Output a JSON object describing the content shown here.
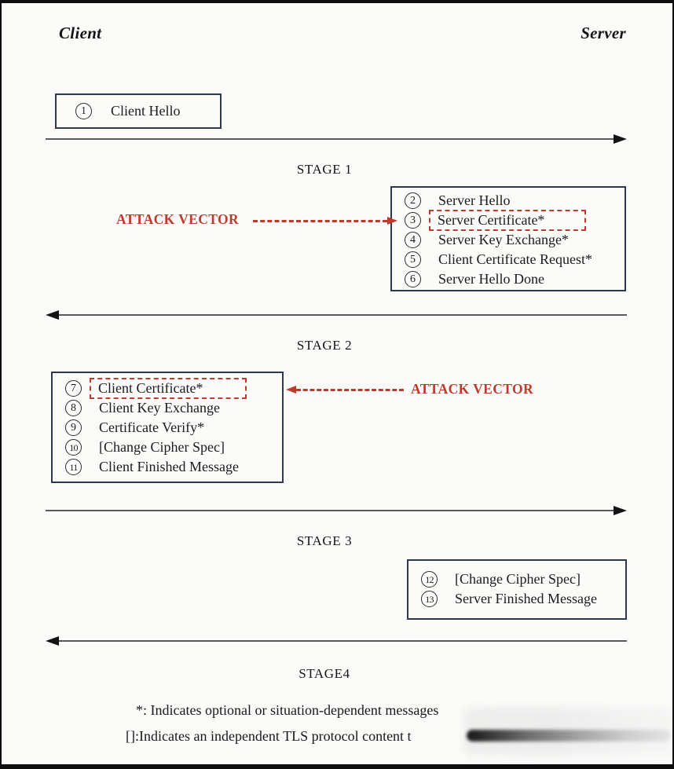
{
  "actors": {
    "client": "Client",
    "server": "Server"
  },
  "attack_vector_label": "ATTACK VECTOR",
  "stage_labels": [
    "STAGE 1",
    "STAGE 2",
    "STAGE 3",
    "STAGE4"
  ],
  "messages": {
    "client_hello": {
      "num": "1",
      "label": "Client Hello"
    },
    "stage1_server": [
      {
        "num": "2",
        "label": "Server Hello"
      },
      {
        "num": "3",
        "label": "Server Certificate*",
        "highlighted": true
      },
      {
        "num": "4",
        "label": "Server Key Exchange*"
      },
      {
        "num": "5",
        "label": "Client Certificate Request*"
      },
      {
        "num": "6",
        "label": "Server Hello Done"
      }
    ],
    "stage2_client": [
      {
        "num": "7",
        "label": "Client Certificate*",
        "highlighted": true
      },
      {
        "num": "8",
        "label": "Client Key Exchange"
      },
      {
        "num": "9",
        "label": "Certificate Verify*"
      },
      {
        "num": "10",
        "label": "[Change Cipher Spec]"
      },
      {
        "num": "11",
        "label": "Client Finished Message"
      }
    ],
    "stage3_server": [
      {
        "num": "12",
        "label": "[Change Cipher Spec]"
      },
      {
        "num": "13",
        "label": "Server Finished Message"
      }
    ]
  },
  "footnotes": {
    "asterisk": "*: Indicates optional or situation-dependent messages",
    "brackets": "[]:Indicates an independent TLS protocol content t"
  },
  "colors": {
    "attack_red": "#c03a2b",
    "box_border": "#2d3750",
    "arrow": "#141414",
    "background": "#fbfbf9"
  }
}
